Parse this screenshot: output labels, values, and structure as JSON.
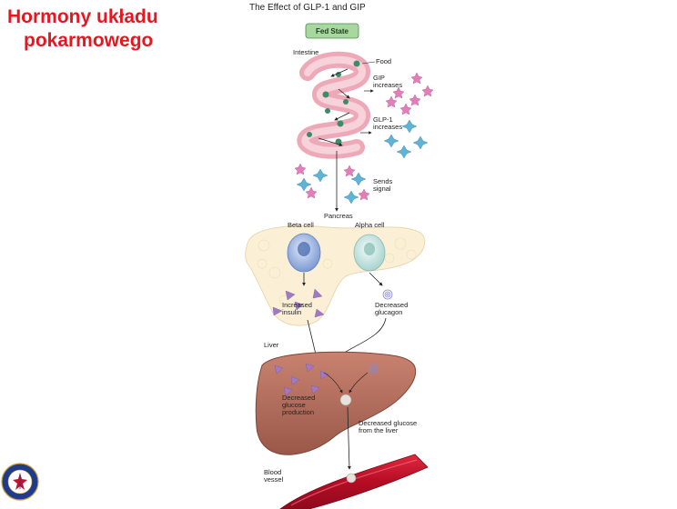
{
  "slide": {
    "title_line1": "Hormony układu",
    "title_line2": "pokarmowego"
  },
  "diagram": {
    "title": "The Effect of GLP-1 and GIP",
    "state_badge": "Fed State",
    "labels": {
      "intestine": "Intestine",
      "food": "Food",
      "gip_1": "GIP",
      "gip_2": "increases",
      "glp1_1": "GLP-1",
      "glp1_2": "increases",
      "sends_1": "Sends",
      "sends_2": "signal",
      "pancreas": "Pancreas",
      "beta_cell": "Beta cell",
      "alpha_cell": "Alpha cell",
      "insulin_1": "Increased",
      "insulin_2": "insulin",
      "glucagon_1": "Decreased",
      "glucagon_2": "glucagon",
      "liver": "Liver",
      "glucose_prod_1": "Decreased",
      "glucose_prod_2": "glucose",
      "glucose_prod_3": "production",
      "glucose_liver_1": "Decreased glucose",
      "glucose_liver_2": "from the liver",
      "blood_1": "Blood",
      "blood_2": "vessel"
    },
    "colors": {
      "gip_star": "#e07fb8",
      "glp1_star": "#5fb3d6",
      "insulin": "#a07ac4",
      "beta_cell": "#8aa8dc",
      "alpha_cell": "#bfe0dc",
      "liver": "#b06a5a",
      "blood_vessel": "#c8102e",
      "intestine": "#eea9b8",
      "badge": "#a8d8a0"
    }
  },
  "logo": {
    "seal_text": "UNIWERSYTET MEDYCZNY"
  }
}
